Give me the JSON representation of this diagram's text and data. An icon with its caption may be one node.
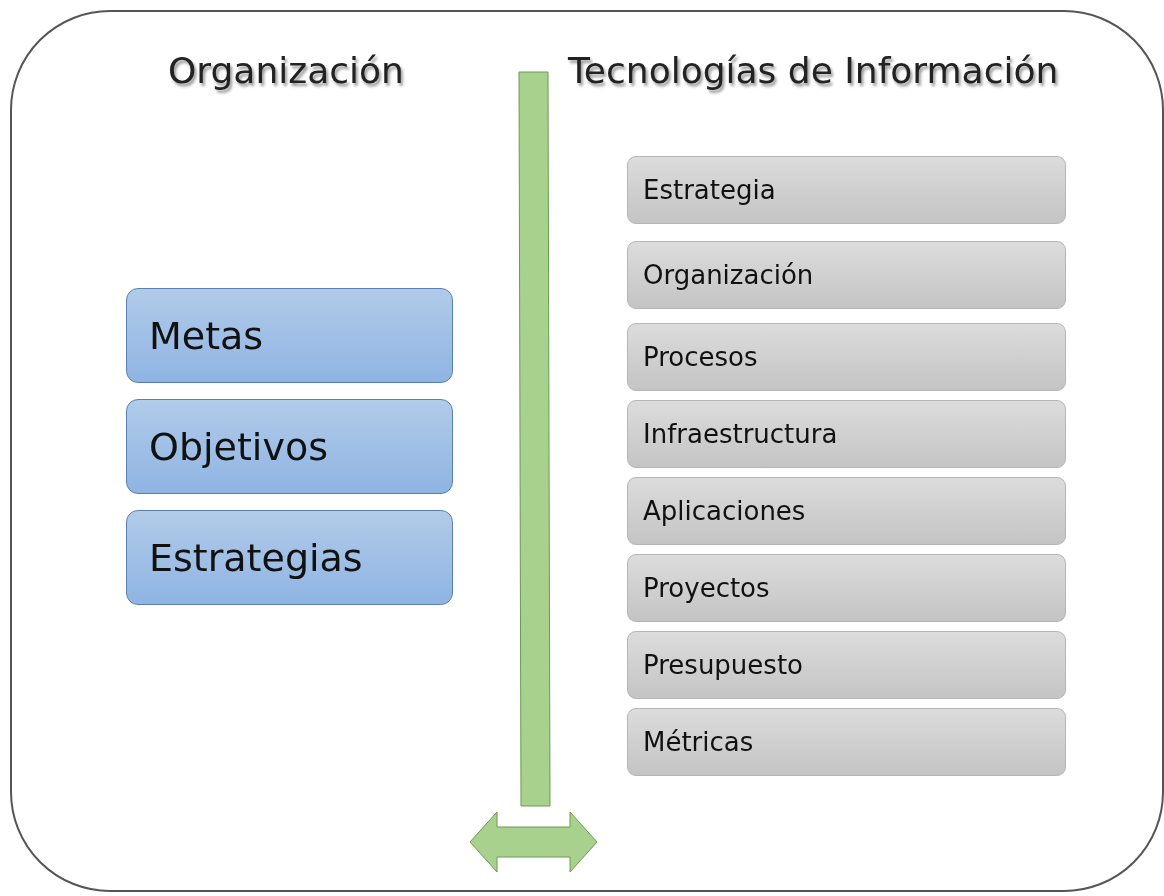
{
  "diagram": {
    "nodes": [
      {
        "text": [],
        "shape": "box"
      },
      {
        "text": [
          "Metas"
        ],
        "in": 0
      },
      {
        "text": [
          "Objetivos"
        ],
        "in": 0
      },
      {
        "text": [
          "Estrategias"
        ],
        "in": 0
      },
      {
        "text": [
          "Estrategia"
        ],
        "in": 0
      },
      {
        "text": [
          "Organización"
        ],
        "in": 0
      },
      {
        "text": [
          "Procesos"
        ],
        "in": 0
      },
      {
        "text": [
          "Infraestructura"
        ],
        "in": 0
      },
      {
        "text": [
          "Aplicaciones"
        ],
        "in": 0
      },
      {
        "text": [
          "Proyectos"
        ],
        "in": 0
      },
      {
        "text": [
          "Presupuesto"
        ],
        "in": 0
      },
      {
        "text": [
          "Métricas"
        ],
        "in": 0
      }
    ],
    "edges": [],
    "labels": [
      "Organización",
      "Tecnologías de Información"
    ]
  }
}
